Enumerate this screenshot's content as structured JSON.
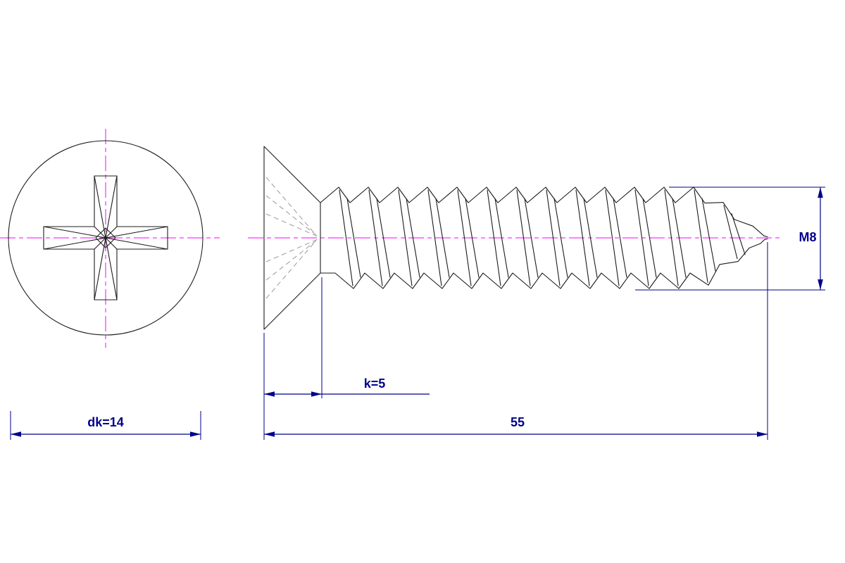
{
  "drawing": {
    "labels": {
      "head_diameter": "dk=14",
      "head_height": "k=5",
      "total_length": "55",
      "thread_size": "M8"
    },
    "colors": {
      "outline": "#1c1c1c",
      "centerline": "#ff00ff",
      "dimension": "#00008b",
      "hidden": "#999999",
      "background": "#ffffff"
    }
  }
}
